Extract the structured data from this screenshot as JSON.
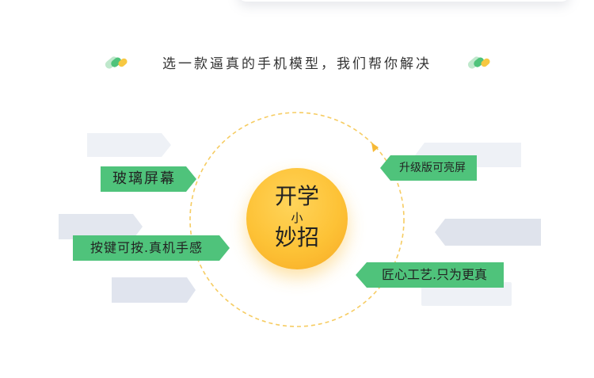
{
  "header": {
    "title": "选一款逼真的手机模型，我们帮你解决"
  },
  "center": {
    "line1": "开学",
    "line2": "小",
    "line3": "妙招"
  },
  "tags": {
    "glass": "玻璃屏幕",
    "buttons": "按键可按.真机手感",
    "upgrade": "升级版可亮屏",
    "craft": "匠心工艺.只为更真"
  },
  "colors": {
    "tag_green": "#4fc37b",
    "ghost_gray": "#dfe3ec",
    "badge_orange": "#fdc236",
    "ring_dash": "#f6c95a"
  },
  "icons": {
    "left_deco": "leaf-stripes-icon",
    "right_deco": "leaf-stripes-icon"
  }
}
